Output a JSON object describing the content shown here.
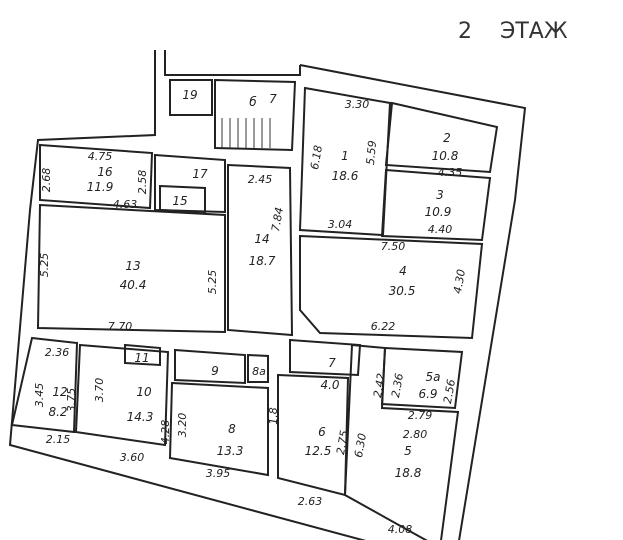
{
  "title": {
    "floor_number": "2",
    "floor_word": "ЭТАЖ"
  },
  "rooms": [
    {
      "number": "1",
      "area": "18.6"
    },
    {
      "number": "2",
      "area": "10.8"
    },
    {
      "number": "3",
      "area": "10.9"
    },
    {
      "number": "4",
      "area": "30.5"
    },
    {
      "number": "5",
      "area": "18.8"
    },
    {
      "number": "5а",
      "area": "6.9"
    },
    {
      "number": "6",
      "area": "12.5"
    },
    {
      "number": "7",
      "area": "4.0"
    },
    {
      "number": "8",
      "area": "13.3"
    },
    {
      "number": "8а",
      "area": ""
    },
    {
      "number": "9",
      "area": ""
    },
    {
      "number": "10",
      "area": "14.3"
    },
    {
      "number": "11",
      "area": ""
    },
    {
      "number": "12",
      "area": "8.2"
    },
    {
      "number": "13",
      "area": "40.4"
    },
    {
      "number": "14",
      "area": "18.7"
    },
    {
      "number": "15",
      "area": ""
    },
    {
      "number": "16",
      "area": "11.9"
    },
    {
      "number": "17",
      "area": ""
    },
    {
      "number": "19",
      "area": ""
    },
    {
      "number": "б",
      "area": "7"
    }
  ],
  "dimensions": [
    "3.30",
    "6.18",
    "5.59",
    "4.35",
    "4.40",
    "3.04",
    "7.50",
    "4.30",
    "6.22",
    "4.75",
    "2.68",
    "2.58",
    "4.63",
    "2.45",
    "7.84",
    "5.25",
    "5.25",
    "7.70",
    "2.36",
    "3.45",
    "3.75",
    "3.70",
    "2.15",
    "4.28",
    "3.60",
    "3.20",
    "3.95",
    "1.8",
    "2.75",
    "6.30",
    "2.63",
    "2.42",
    "2.36",
    "2.56",
    "2.79",
    "2.80",
    "4.08"
  ]
}
